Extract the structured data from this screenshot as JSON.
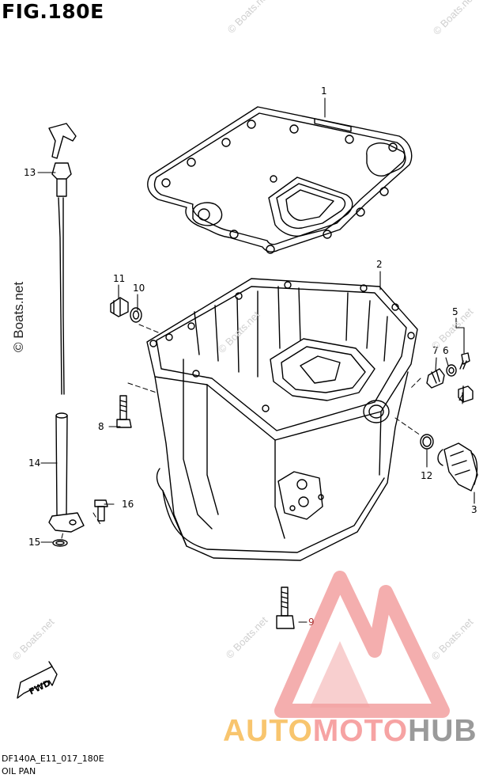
{
  "figure": {
    "title": "FIG.180E"
  },
  "footer": {
    "code": "DF140A_E11_017_180E",
    "caption": "OIL PAN"
  },
  "watermark": {
    "side_text": "© Boats.net",
    "faint_text": "© Boats.net"
  },
  "brand": {
    "part1": "AUTO",
    "part2": "MOTO",
    "part3": "HUB",
    "colors": {
      "auto": "#f8c56e",
      "moto": "#f6a3a3",
      "hub": "#9a9a9a",
      "logo": "#f2a0a0"
    }
  },
  "callouts": [
    {
      "id": "1",
      "name": "oil-pan-gasket"
    },
    {
      "id": "2",
      "name": "oil-pan"
    },
    {
      "id": "3",
      "name": "oil-pressure-switch"
    },
    {
      "id": "4",
      "name": "plug"
    },
    {
      "id": "5",
      "name": "screw"
    },
    {
      "id": "6",
      "name": "gasket"
    },
    {
      "id": "7",
      "name": "union"
    },
    {
      "id": "8",
      "name": "bolt"
    },
    {
      "id": "9",
      "name": "bolt"
    },
    {
      "id": "10",
      "name": "gasket"
    },
    {
      "id": "11",
      "name": "plug"
    },
    {
      "id": "12",
      "name": "o-ring"
    },
    {
      "id": "13",
      "name": "oil-level-gauge"
    },
    {
      "id": "14",
      "name": "oil-level-gauge-guide"
    },
    {
      "id": "15",
      "name": "o-ring"
    },
    {
      "id": "16",
      "name": "bolt"
    }
  ],
  "fwd_label": "FWD"
}
